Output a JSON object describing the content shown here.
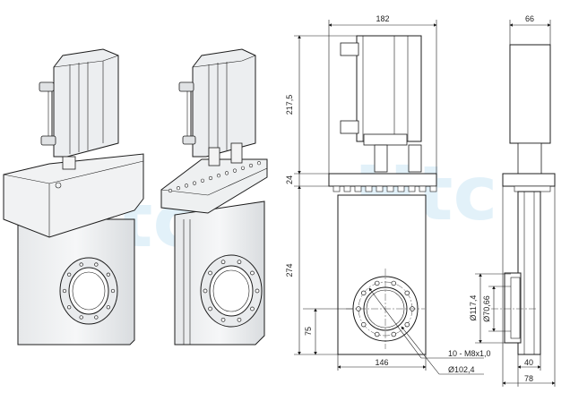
{
  "watermark": "Htc",
  "dimensions": {
    "overall_width": "182",
    "actuator_width": "66",
    "actuator_height": "217,5",
    "flange_thickness": "24",
    "body_height": "274",
    "port_center_height": "75",
    "body_width": "146",
    "bolt_pattern": "10 - M8x1,0",
    "bolt_circle_diameter": "Ø102,4",
    "outer_diameter": "Ø117,4",
    "bore_diameter": "Ø70,66",
    "body_depth": "40",
    "overall_depth": "78"
  }
}
